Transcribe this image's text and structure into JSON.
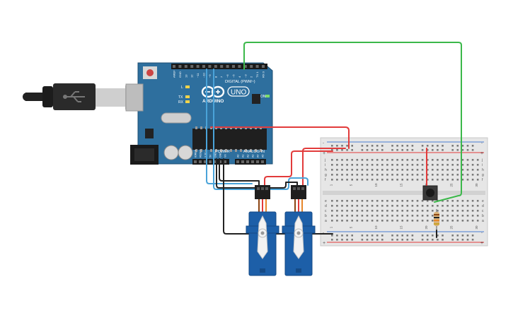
{
  "arduino": {
    "brand": "ARDUINO",
    "model": "UNO",
    "digital_label": "DIGITAL (PWM~)",
    "power_label": "POWER",
    "analog_label": "ANALOG IN",
    "on_label": "ON",
    "led_l": "L",
    "led_tx": "TX",
    "led_rx": "RX",
    "digital_pins": [
      "AREF",
      "GND",
      "13",
      "12",
      "~11",
      "~10",
      "~9",
      "8",
      "7",
      "~6",
      "~5",
      "4",
      "~3",
      "2",
      "TX 1",
      "RX 0"
    ],
    "power_pins": [
      "IOREF",
      "RESET",
      "3.3V",
      "5V",
      "GND",
      "GND",
      "Vin"
    ],
    "analog_pins": [
      "A0",
      "A1",
      "A2",
      "A3",
      "A4",
      "A5"
    ]
  },
  "breadboard": {
    "columns": [
      "1",
      "5",
      "10",
      "15",
      "20",
      "25",
      "30"
    ],
    "rows_top": [
      "j",
      "i",
      "h",
      "g",
      "f"
    ],
    "rows_bottom": [
      "e",
      "d",
      "c",
      "b",
      "a"
    ],
    "rail_plus": "+",
    "rail_minus": "-"
  },
  "colors": {
    "board": "#2e6f9e",
    "board_edge": "#1f4f73",
    "header": "#222222",
    "servo": "#1d5fa8",
    "wire_red": "#e23b3b",
    "wire_green": "#3bb84a",
    "wire_black": "#222222",
    "wire_blue": "#4aa3d9",
    "wire_orange": "#e6862a",
    "breadboard": "#e6e6e6"
  }
}
